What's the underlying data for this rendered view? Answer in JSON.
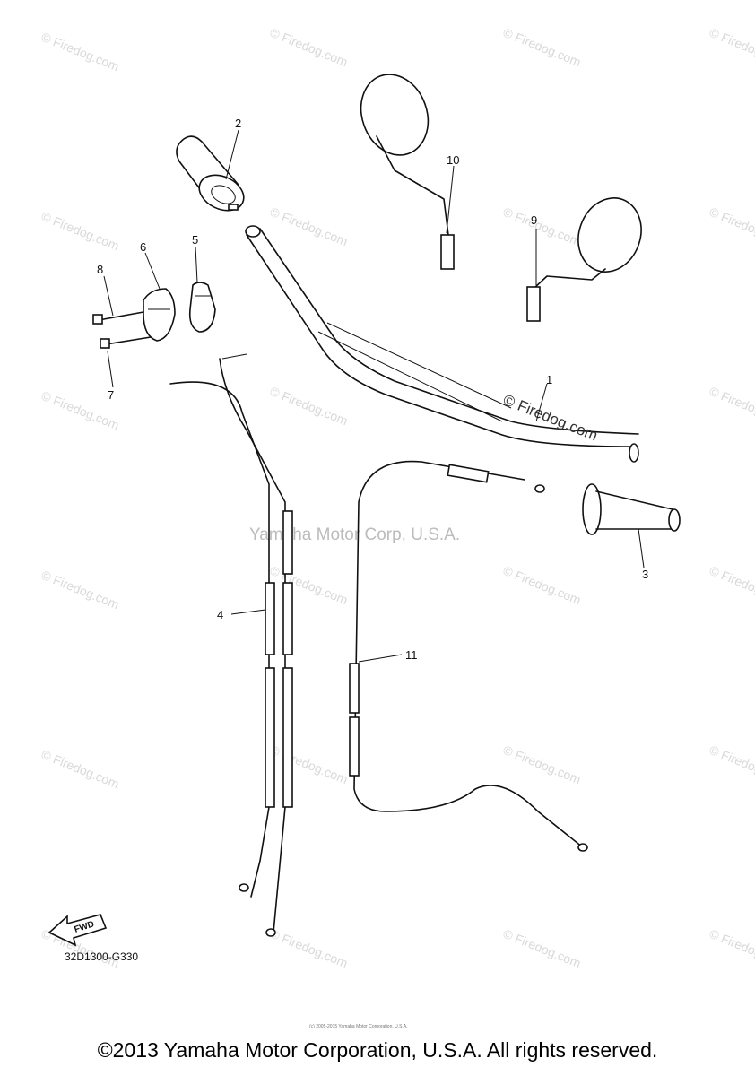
{
  "watermark": {
    "text": "© Firedog.com",
    "highlight_text": "© Firedog.com",
    "corp_text": "Yamaha Motor Corp, U.S.A."
  },
  "callouts": [
    {
      "id": "1",
      "label": "1"
    },
    {
      "id": "2",
      "label": "2"
    },
    {
      "id": "3",
      "label": "3"
    },
    {
      "id": "4",
      "label": "4"
    },
    {
      "id": "5",
      "label": "5"
    },
    {
      "id": "6",
      "label": "6"
    },
    {
      "id": "7",
      "label": "7"
    },
    {
      "id": "8",
      "label": "8"
    },
    {
      "id": "9",
      "label": "9"
    },
    {
      "id": "10",
      "label": "10"
    },
    {
      "id": "11",
      "label": "11"
    }
  ],
  "fwd_label": "FWD",
  "diagram_code": "32D1300-G330",
  "tiny_notice": "(c) 2005-2015 Yamaha Motor Corporation, U.S.A.",
  "footer": "©2013 Yamaha Motor Corporation, U.S.A. All rights reserved."
}
